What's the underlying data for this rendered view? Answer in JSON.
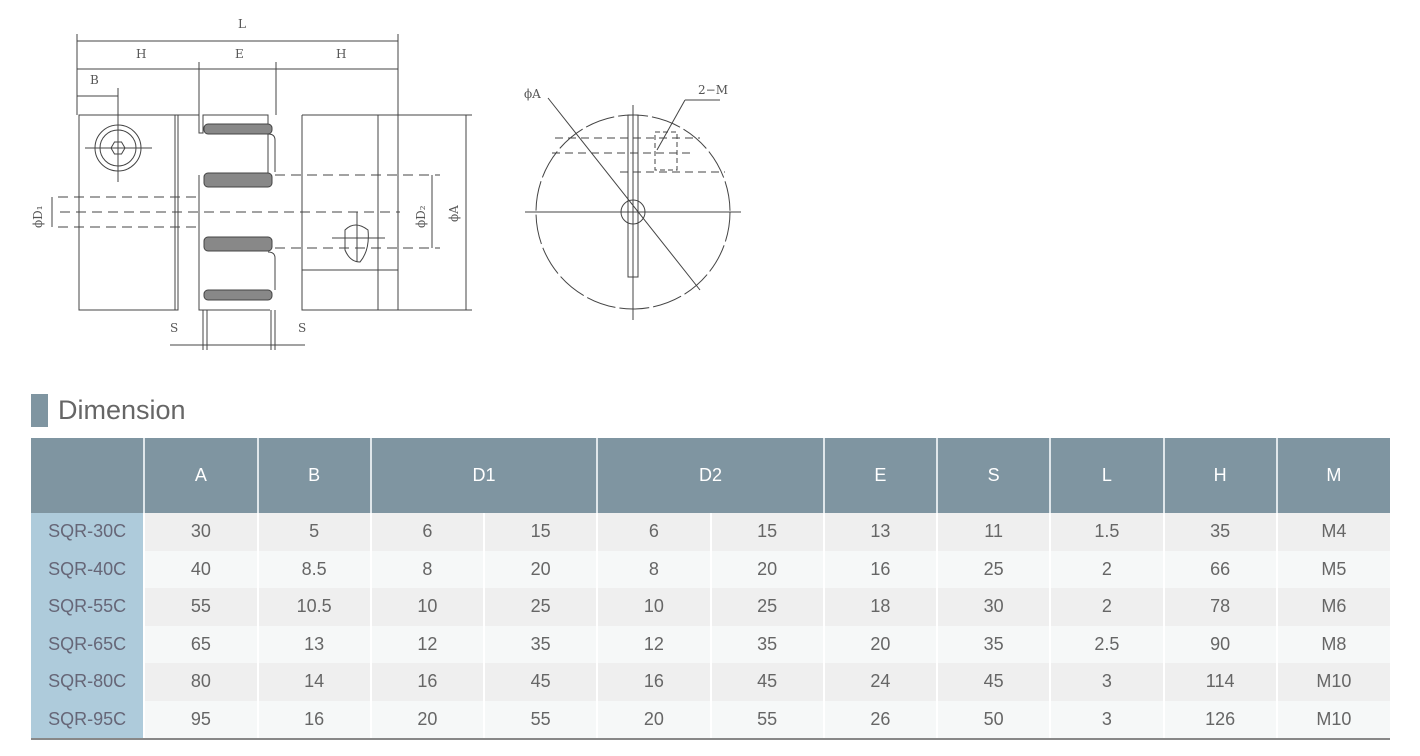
{
  "drawing_labels": {
    "L": "L",
    "H1": "H",
    "E": "E",
    "H2": "H",
    "B": "B",
    "D1": "ϕD₁",
    "D2": "ϕD₂",
    "A": "ϕA",
    "S1": "S",
    "S2": "S",
    "phiA_front": "ϕA",
    "M_front": "2−M"
  },
  "section_title": "Dimension",
  "table": {
    "headers": [
      "",
      "A",
      "B",
      "D1",
      "D2",
      "E",
      "S",
      "L",
      "H",
      "M"
    ],
    "rows": [
      [
        "SQR-30C",
        "30",
        "5",
        "6",
        "15",
        "6",
        "15",
        "13",
        "11",
        "1.5",
        "35",
        "M4"
      ],
      [
        "SQR-40C",
        "40",
        "8.5",
        "8",
        "20",
        "8",
        "20",
        "16",
        "25",
        "2",
        "66",
        "M5"
      ],
      [
        "SQR-55C",
        "55",
        "10.5",
        "10",
        "25",
        "10",
        "25",
        "18",
        "30",
        "2",
        "78",
        "M6"
      ],
      [
        "SQR-65C",
        "65",
        "13",
        "12",
        "35",
        "12",
        "35",
        "20",
        "35",
        "2.5",
        "90",
        "M8"
      ],
      [
        "SQR-80C",
        "80",
        "14",
        "16",
        "45",
        "16",
        "45",
        "24",
        "45",
        "3",
        "114",
        "M10"
      ],
      [
        "SQR-95C",
        "95",
        "16",
        "20",
        "55",
        "20",
        "55",
        "26",
        "50",
        "3",
        "126",
        "M10"
      ]
    ]
  }
}
